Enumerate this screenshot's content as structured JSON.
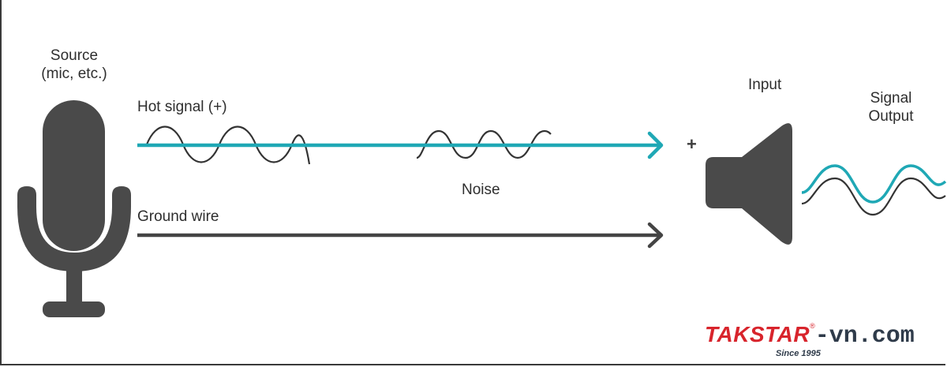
{
  "labels": {
    "source_line1": "Source",
    "source_line2": "(mic, etc.)",
    "hot_signal": "Hot signal (+)",
    "noise": "Noise",
    "ground_wire": "Ground wire",
    "input": "Input",
    "output_line1": "Signal",
    "output_line2": "Output",
    "plus": "+"
  },
  "brand": {
    "name": "TAKSTAR",
    "registered": "®",
    "domain": "-vn.com",
    "since": "Since 1995"
  },
  "colors": {
    "hot_signal": "#1fa8b5",
    "ground_wire": "#444444",
    "waveform": "#333333",
    "device_gray": "#4a4a4a",
    "brand_red": "#d8242c",
    "brand_dark": "#2f3b4a"
  },
  "icons": [
    "microphone-icon",
    "speaker-icon",
    "arrow-right-icon"
  ]
}
